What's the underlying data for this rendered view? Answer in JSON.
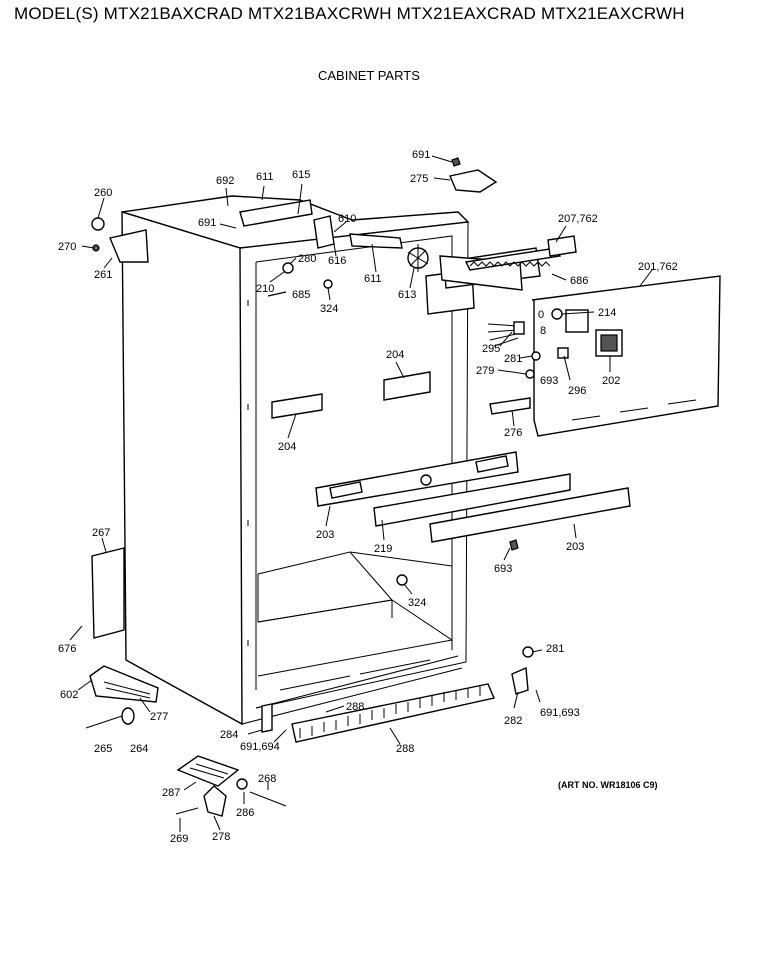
{
  "header": {
    "models": "MODEL(S) MTX21BAXCRAD  MTX21BAXCRWH  MTX21EAXCRAD  MTX21EAXCRWH",
    "section": "CABINET PARTS"
  },
  "art_number": "(ART NO. WR18106 C9)",
  "part_labels": [
    {
      "id": "l691a",
      "text": "691"
    },
    {
      "id": "l275",
      "text": "275"
    },
    {
      "id": "l692",
      "text": "692"
    },
    {
      "id": "l611a",
      "text": "611"
    },
    {
      "id": "l615",
      "text": "615"
    },
    {
      "id": "l260",
      "text": "260"
    },
    {
      "id": "l691b",
      "text": "691"
    },
    {
      "id": "l610",
      "text": "610"
    },
    {
      "id": "l207",
      "text": "207,762"
    },
    {
      "id": "l270",
      "text": "270"
    },
    {
      "id": "l261",
      "text": "261"
    },
    {
      "id": "l280",
      "text": "280"
    },
    {
      "id": "l616",
      "text": "616"
    },
    {
      "id": "l686",
      "text": "686"
    },
    {
      "id": "l201",
      "text": "201,762"
    },
    {
      "id": "l210",
      "text": "210"
    },
    {
      "id": "l685",
      "text": "685"
    },
    {
      "id": "l611b",
      "text": "611"
    },
    {
      "id": "l613",
      "text": "613"
    },
    {
      "id": "l324a",
      "text": "324"
    },
    {
      "id": "l214",
      "text": "214"
    },
    {
      "id": "l295",
      "text": "295"
    },
    {
      "id": "l281a",
      "text": "281"
    },
    {
      "id": "l204a",
      "text": "204"
    },
    {
      "id": "l279",
      "text": "279"
    },
    {
      "id": "l693a",
      "text": "693"
    },
    {
      "id": "l296",
      "text": "296"
    },
    {
      "id": "l202",
      "text": "202"
    },
    {
      "id": "l276",
      "text": "276"
    },
    {
      "id": "l204b",
      "text": "204"
    },
    {
      "id": "l203a",
      "text": "203"
    },
    {
      "id": "l219",
      "text": "219"
    },
    {
      "id": "l203b",
      "text": "203"
    },
    {
      "id": "l693b",
      "text": "693"
    },
    {
      "id": "l267",
      "text": "267"
    },
    {
      "id": "l324b",
      "text": "324"
    },
    {
      "id": "l676",
      "text": "676"
    },
    {
      "id": "l281b",
      "text": "281"
    },
    {
      "id": "l602",
      "text": "602"
    },
    {
      "id": "l277",
      "text": "277"
    },
    {
      "id": "l288a",
      "text": "288"
    },
    {
      "id": "l282",
      "text": "282"
    },
    {
      "id": "l691693",
      "text": "691,693"
    },
    {
      "id": "l284",
      "text": "284"
    },
    {
      "id": "l691694",
      "text": "691,694"
    },
    {
      "id": "l265",
      "text": "265"
    },
    {
      "id": "l264",
      "text": "264"
    },
    {
      "id": "l288b",
      "text": "288"
    },
    {
      "id": "l268",
      "text": "268"
    },
    {
      "id": "l287",
      "text": "287"
    },
    {
      "id": "l286",
      "text": "286"
    },
    {
      "id": "l269",
      "text": "269"
    },
    {
      "id": "l278",
      "text": "278"
    },
    {
      "id": "l8",
      "text": "8"
    },
    {
      "id": "l0",
      "text": "0"
    }
  ]
}
